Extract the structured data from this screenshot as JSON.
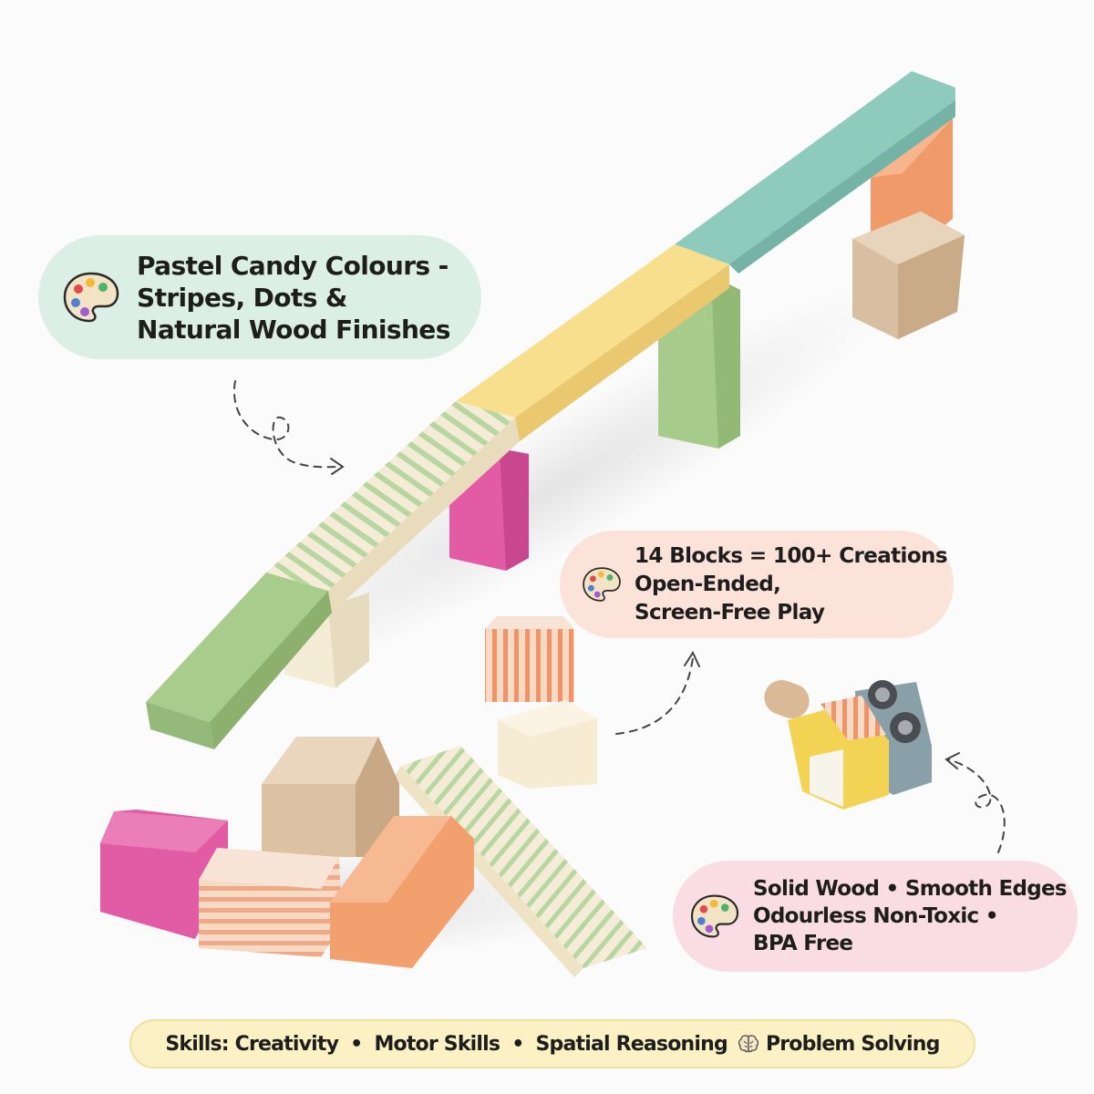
{
  "callouts": {
    "colours": {
      "icon": "palette-icon",
      "lines": [
        "Pastel Candy Colours -",
        "Stripes, Dots &",
        "Natural Wood Finishes"
      ]
    },
    "blocks": {
      "icon": "palette-icon",
      "lines": [
        "14 Blocks = 100+ Creations",
        "Open-Ended,",
        "Screen-Free Play"
      ]
    },
    "safety": {
      "icon": "palette-icon",
      "lines": [
        "Solid Wood • Smooth Edges",
        "Odourless Non-Toxic •",
        "BPA Free"
      ]
    }
  },
  "skills": {
    "label": "Skills: Creativity",
    "items": [
      "Motor Skills",
      "Spatial Reasoning",
      "Problem Solving"
    ],
    "separator": "•",
    "icon": "brain-icon"
  },
  "colors": {
    "mint": "#dcefe6",
    "peach": "#fbe3da",
    "pink": "#fadde4",
    "cream_bar": "#fbf1c4",
    "teal_block": "#8fcbbe",
    "yellow_block": "#f7df8d",
    "green_block": "#a8cc8c",
    "magenta_block": "#e05aa3",
    "orange_block": "#f3a070",
    "natural_wood": "#dcc2a3"
  }
}
